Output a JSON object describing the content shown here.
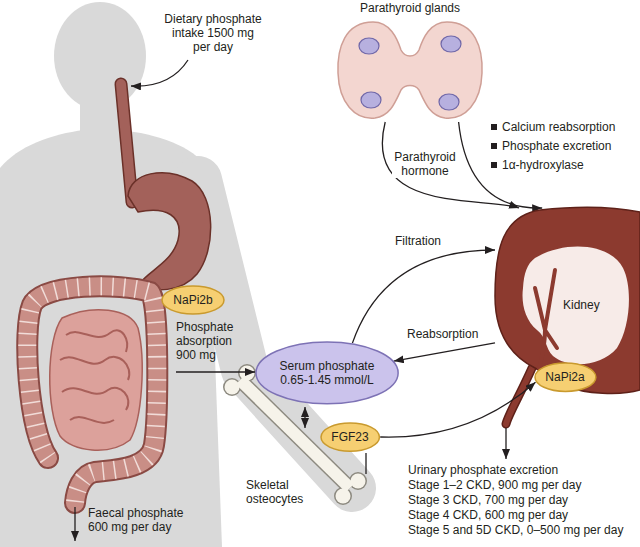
{
  "diagram": {
    "nodes": [
      {
        "text": [
          "Parathyroid glands"
        ]
      },
      {
        "text": [
          "Kidney"
        ]
      },
      {
        "text": [
          "NaPi2b"
        ]
      },
      {
        "text": [
          "Serum phosphate 0.65-1.45 mmol/L"
        ]
      },
      {
        "text": [
          "NaPi2a"
        ]
      },
      {
        "text": [
          "FGF23"
        ]
      }
    ],
    "edges": [
      {
        "from": 0,
        "to": 1,
        "arrow": "to",
        "label": "Parathyroid hormone"
      },
      {
        "from": 0,
        "to": 1,
        "arrow": "to"
      },
      {
        "from": 3,
        "to": 1,
        "arrow": "to",
        "label": "Filtration"
      },
      {
        "from": 1,
        "to": 3,
        "arrow": "to",
        "label": "Reabsorption"
      },
      {
        "from": 5,
        "to": 4,
        "arrow": "to"
      }
    ],
    "labels": [
      "Dietary phosphate intake 1500 mg per day",
      "Calcium reabsorption",
      "Phosphate excretion",
      "1α-hydroxylase",
      "Phosphate absorption 900 mg",
      "Skeletal osteocytes",
      "Faecal phosphate 600 mg per day",
      "Urinary phosphate excretion",
      "Stage 1–2 CKD, 900 mg per day",
      "Stage 3 CKD, 700 mg per day",
      "Stage 4 CKD, 600 mg per day",
      "Stage 5 and 5D CKD, 0–500 mg per day"
    ]
  }
}
